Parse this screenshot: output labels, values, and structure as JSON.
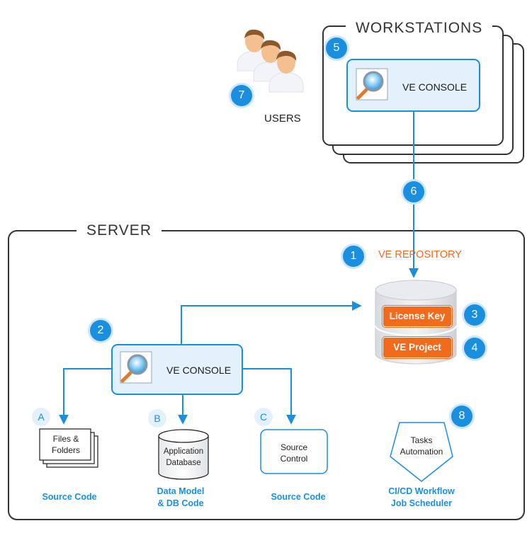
{
  "workstations": {
    "title": "WORKSTATIONS",
    "console_label": "VE CONSOLE"
  },
  "users": {
    "label": "USERS"
  },
  "server": {
    "title": "SERVER",
    "console_label": "VE CONSOLE"
  },
  "repository": {
    "label": "VE REPOSITORY",
    "license_key": "License Key",
    "ve_project": "VE Project"
  },
  "targets": {
    "files": {
      "line1": "Files &",
      "line2": "Folders",
      "caption": "Source Code"
    },
    "database": {
      "line1": "Application",
      "line2": "Database",
      "caption_line1": "Data Model",
      "caption_line2": "& DB Code"
    },
    "source_control": {
      "line1": "Source",
      "line2": "Control",
      "caption": "Source Code"
    },
    "tasks": {
      "line1": "Tasks",
      "line2": "Automation",
      "caption_line1": "CI/CD Workflow",
      "caption_line2": "Job Scheduler"
    }
  },
  "step_numbers": {
    "repository": "1",
    "server_console": "2",
    "license_key": "3",
    "ve_project": "4",
    "workstation_console": "5",
    "connection": "6",
    "users": "7",
    "tasks": "8"
  },
  "letters": {
    "files": "A",
    "database": "B",
    "source_control": "C"
  },
  "colors": {
    "accent_blue": "#1a8fe0",
    "orange": "#f26a1b",
    "console_fill": "#e3f1fd",
    "frame": "#333333"
  },
  "icons": {
    "console": "magnifier-icon",
    "users": "users-icon"
  }
}
